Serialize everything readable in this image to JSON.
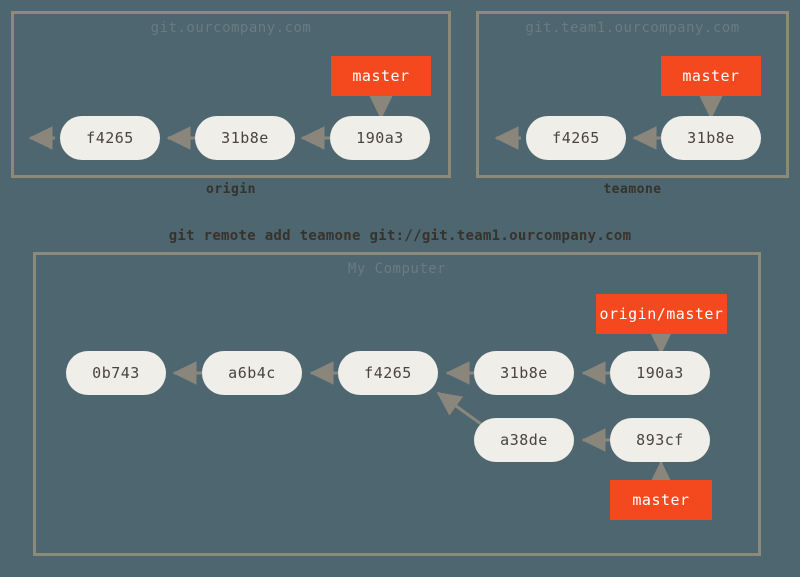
{
  "colors": {
    "background": "#4d6670",
    "frame_border": "#8d8a79",
    "commit_fill": "#efeee8",
    "commit_text": "#49443e",
    "branch_fill": "#f4491e",
    "branch_text": "#ffffff",
    "arrow": "#8b867c",
    "caption_text": "#37322c",
    "frame_title_text": "#6b7b80"
  },
  "command": {
    "text": "git remote add teamone git://git.team1.ourcompany.com"
  },
  "panels": [
    {
      "id": "origin",
      "title": "git.ourcompany.com",
      "caption": "origin",
      "commits": [
        {
          "id": "f4265",
          "label": "f4265"
        },
        {
          "id": "31b8e",
          "label": "31b8e"
        },
        {
          "id": "190a3",
          "label": "190a3"
        }
      ],
      "branches": [
        {
          "id": "master",
          "label": "master",
          "points_to": "190a3"
        }
      ]
    },
    {
      "id": "teamone",
      "title": "git.team1.ourcompany.com",
      "caption": "teamone",
      "commits": [
        {
          "id": "f4265",
          "label": "f4265"
        },
        {
          "id": "31b8e",
          "label": "31b8e"
        }
      ],
      "branches": [
        {
          "id": "master",
          "label": "master",
          "points_to": "31b8e"
        }
      ]
    },
    {
      "id": "my-computer",
      "title": "My Computer",
      "caption": "",
      "commits": [
        {
          "id": "0b743",
          "label": "0b743"
        },
        {
          "id": "a6b4c",
          "label": "a6b4c"
        },
        {
          "id": "f4265",
          "label": "f4265"
        },
        {
          "id": "31b8e",
          "label": "31b8e"
        },
        {
          "id": "190a3",
          "label": "190a3"
        },
        {
          "id": "a38de",
          "label": "a38de"
        },
        {
          "id": "893cf",
          "label": "893cf"
        }
      ],
      "branches": [
        {
          "id": "origin-master",
          "label": "origin/master",
          "points_to": "190a3"
        },
        {
          "id": "master",
          "label": "master",
          "points_to": "893cf"
        }
      ]
    }
  ]
}
